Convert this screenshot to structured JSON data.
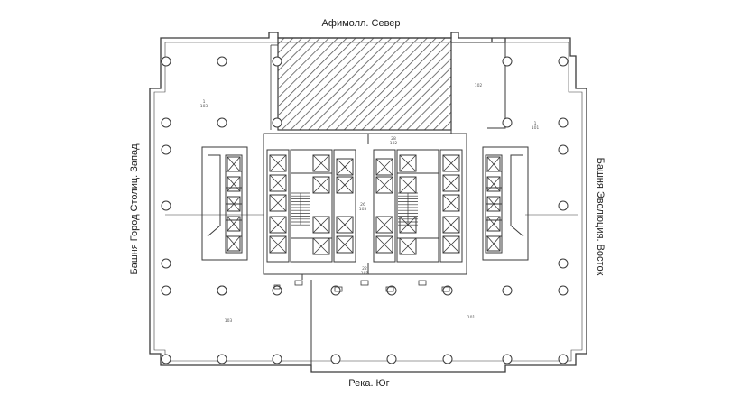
{
  "orientation": {
    "north": "Афимолл. Север",
    "south": "Река. Юг",
    "west": "Башня Город Столиц. Запад",
    "east": "Башня Эволюция. Восток"
  },
  "room_labels": {
    "nw": "1\n103",
    "ne_small": "102",
    "ne": "1\n101",
    "sw": "103",
    "se": "101",
    "corridor_top": "28\n102",
    "corridor_bottom": "22\n102",
    "core_center": "26\n103"
  },
  "colors": {
    "line": "#3a3a3a",
    "hatch": "#555555",
    "background": "#ffffff"
  }
}
